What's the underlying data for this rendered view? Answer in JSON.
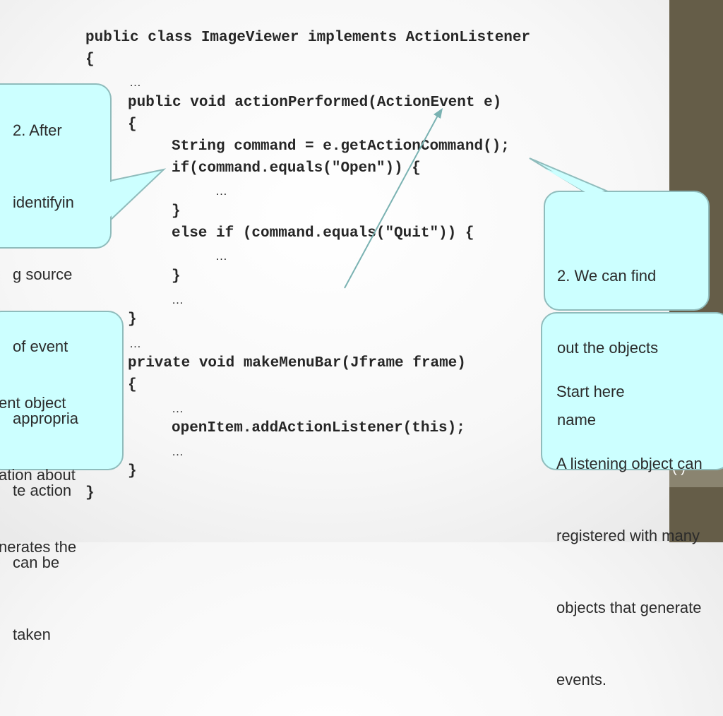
{
  "code": {
    "lines": [
      "public class ImageViewer implements ActionListener",
      "{",
      "…",
      "public void actionPerformed(ActionEvent e)",
      "{",
      "String command = e.getActionCommand();",
      "if(command.equals(\"Open\")) {",
      "…",
      "}",
      "else if (command.equals(\"Quit\")) {",
      "…",
      "}",
      "…",
      "}",
      "…",
      "private void makeMenuBar(Jframe frame)",
      "{",
      "…",
      "openItem.addActionListener(this);",
      "…",
      "}",
      "}"
    ]
  },
  "callouts": {
    "left_top": [
      "2. After",
      "identifyin",
      "g source",
      "of event",
      "appropria",
      "te action",
      "can be",
      "taken"
    ],
    "left_bottom": [
      "ent object",
      "ation about",
      "nerates the"
    ],
    "right_top": [
      "2. We can find",
      "out the objects",
      "name"
    ],
    "right_bottom": [
      "Start here",
      "A listening object can",
      "registered with many",
      "objects that generate",
      "events."
    ]
  },
  "sidebar": {
    "page_number": "( )"
  },
  "colors": {
    "callout_fill": "#ccffff",
    "callout_border": "#8fbcbc",
    "sidebar": "#655d48",
    "arrow": "#7ab2b2"
  }
}
